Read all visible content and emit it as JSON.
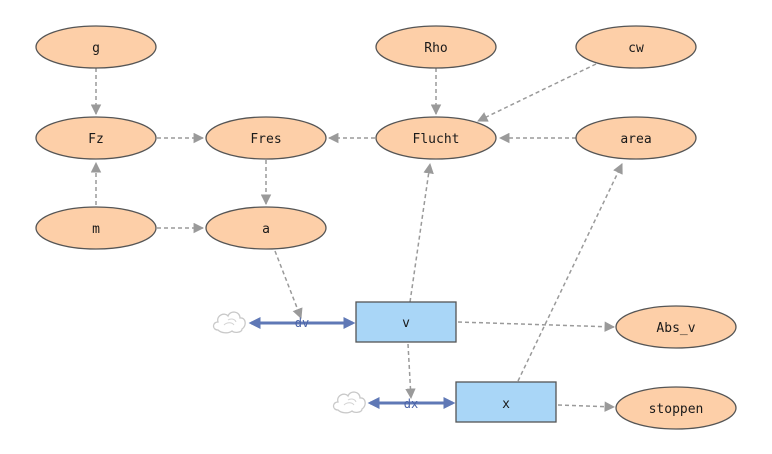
{
  "nodes": {
    "g": "g",
    "rho": "Rho",
    "cw": "cw",
    "fz": "Fz",
    "fres": "Fres",
    "flucht": "Flucht",
    "area": "area",
    "m": "m",
    "a": "a",
    "abs_v": "Abs_v",
    "stoppen": "stoppen"
  },
  "stocks": {
    "v": "v",
    "x": "x"
  },
  "flows": {
    "dv": "dv",
    "dx": "dx"
  },
  "colors": {
    "auxiliary_fill": "#fdcfa8",
    "stock_fill": "#a9d6f7",
    "flow": "#5f78b6",
    "link": "#9a9a9a"
  }
}
